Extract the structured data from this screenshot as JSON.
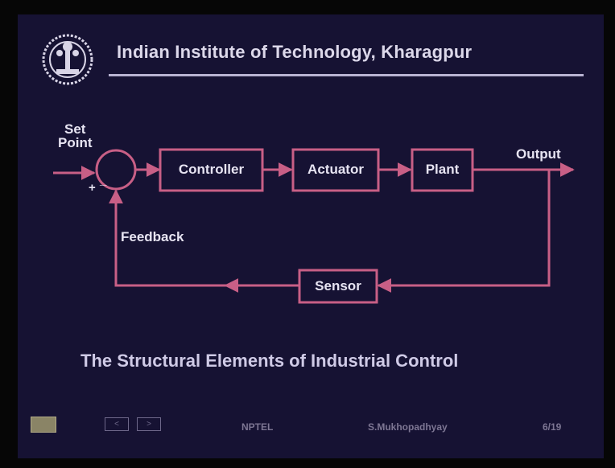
{
  "header": {
    "institute": "Indian Institute of Technology, Kharagpur"
  },
  "diagram": {
    "set_point_line1": "Set",
    "set_point_line2": "Point",
    "plus_sign": "+",
    "minus_sign": "_",
    "controller": "Controller",
    "actuator": "Actuator",
    "plant": "Plant",
    "output": "Output",
    "feedback": "Feedback",
    "sensor": "Sensor"
  },
  "caption": "The Structural Elements of Industrial Control",
  "footer": {
    "prev_symbol": "<",
    "next_symbol": ">",
    "source": "NPTEL",
    "author": "S.Mukhopadhyay",
    "page": "6/19"
  },
  "colors": {
    "background": "#161233",
    "line": "#c85f86",
    "text": "#e7e4f2"
  }
}
